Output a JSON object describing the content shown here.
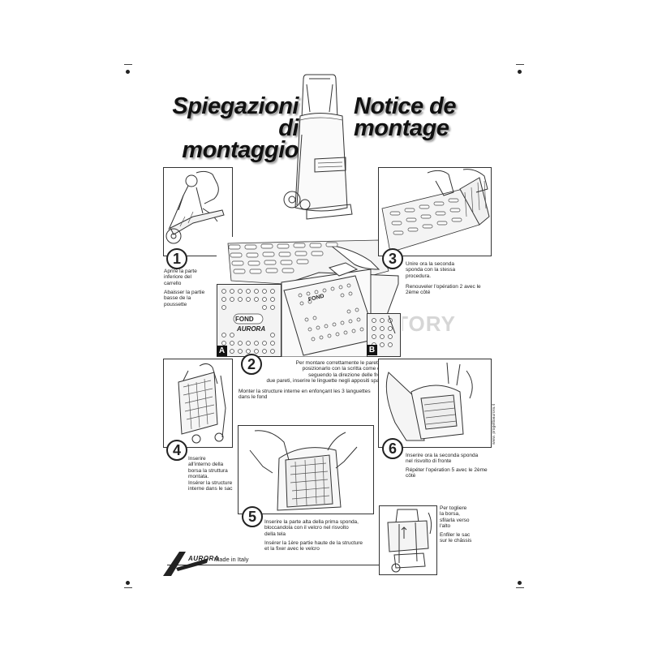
{
  "title": {
    "it_line1": "Spiegazioni",
    "it_line2": "di montaggio",
    "fr_line1": "Notice de",
    "fr_line2": "montage"
  },
  "steps": [
    {
      "number": "1",
      "it": "Aprire la parte\ninferiore del\ncarrello",
      "fr": "Abaisser la partie\nbasse de la\npoussette"
    },
    {
      "number": "2",
      "it": "Per montare correttamente  le pareti al fondo,\nposizionarlo con la scritta come da  Dis.(A)\nseguendo la direzione delle frecce sulle\ndue pareti, inserire le linguette negli appositi spazi  Dis.(B)",
      "fr": "Monter la structure interne en enfonçant les 3 languettes\ndans le fond"
    },
    {
      "number": "3",
      "it": "Unire ora la seconda\nsponda con la stessa\nprocedura.",
      "fr": "Renouveler l'opération 2 avec le\n2ème côté"
    },
    {
      "number": "4",
      "it": "Inserire\nall'interno della\nborsa la struttura\nmontata.",
      "fr": "Insérer la structure\ninterne dans le sac"
    },
    {
      "number": "5",
      "it": "Inserire la parte alta della prima sponda,\nbloccandola con il velcro nel risvolto\ndella tela",
      "fr": "Insérer la 1ère partie haute de la structure\net la fixer avec le velcro"
    },
    {
      "number": "6",
      "it": "Inserire ora la seconda sponda\nnel risvolto di fronte",
      "fr": "Répéter l'opération 5 avec le 2ème\ncôté"
    },
    {
      "number": "",
      "it": "Per togliere\nla borsa,\nsfilarla verso\nl'alto",
      "fr": "Enfiler le sac\nsur le châssis"
    }
  ],
  "detail_labels": {
    "a": "A",
    "b": "B",
    "fond": "FOND",
    "brand_small": "AURORA"
  },
  "footer": {
    "brand": "AURORA",
    "made_in": "Made in Italy"
  },
  "vertical_text": "www. progettoaurora.it",
  "watermark": "BAGSFACTORY"
}
